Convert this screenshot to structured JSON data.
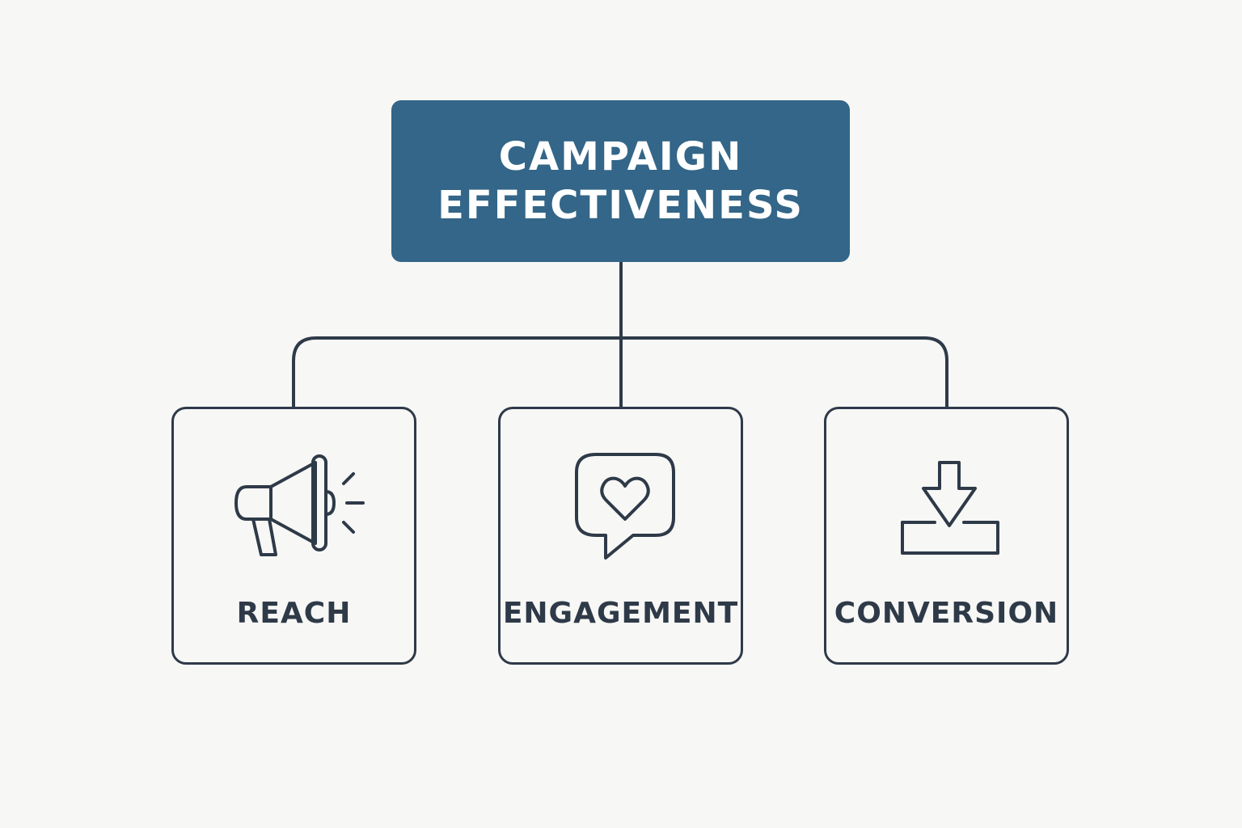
{
  "colors": {
    "background": "#f7f7f5",
    "root_fill": "#336688",
    "root_text": "#ffffff",
    "line": "#2e3a48"
  },
  "root": {
    "title_line1": "CAMPAIGN",
    "title_line2": "EFFECTIVENESS"
  },
  "children": [
    {
      "label": "REACH",
      "icon": "megaphone-icon"
    },
    {
      "label": "ENGAGEMENT",
      "icon": "heart-speech-bubble-icon"
    },
    {
      "label": "CONVERSION",
      "icon": "download-icon"
    }
  ]
}
